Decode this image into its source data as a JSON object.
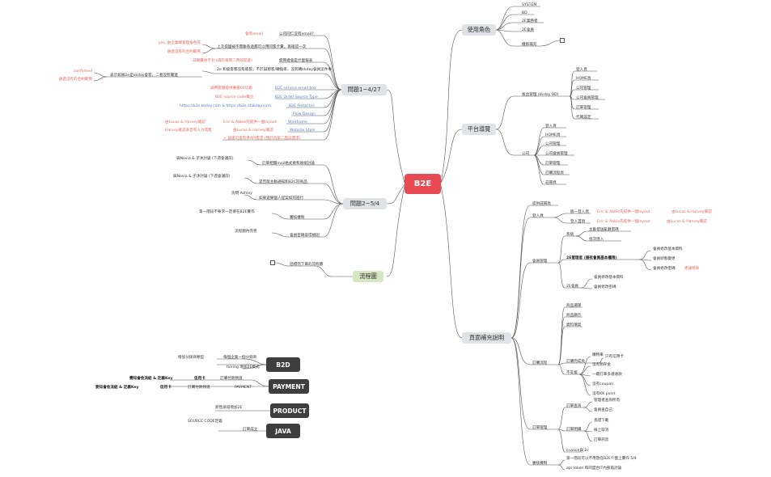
{
  "root": "B2E",
  "colors": {
    "root": "#e84a53",
    "main_box": "#dfe3e6",
    "green_box": "#d5e6c4",
    "dark_box": "#3e3e3e",
    "orange_text": "#e8695f",
    "blue_text": "#5b7fc7",
    "line": "#555555"
  },
  "roles": {
    "title": "使用角色",
    "items": [
      "SYSTEM",
      "BD",
      "2E業務者",
      "2E會員"
    ],
    "permission": "權限補充"
  },
  "platform": {
    "title": "平台導覽",
    "backend": {
      "label": "後台管理 (kkday BD)",
      "items": [
        "登入頁",
        "HOME頁",
        "公司管理",
        "公司會員管理",
        "訂單管理",
        "代碼設定"
      ]
    },
    "front": {
      "label": "公司",
      "items": [
        "登入頁",
        "HOME頁",
        "公司管理",
        "公司會員管理",
        "訂單管理",
        "訂購流程頁",
        "註冊頁"
      ]
    }
  },
  "pages": {
    "title": "頁面補充說明",
    "register": "提供註冊頁",
    "login": {
      "label": "登入頁",
      "unified": {
        "label": "統一登入頁",
        "orange": "Eric & Abbie先提供一個layout",
        "orange2": "由Lucas & Harvey確認"
      },
      "entry": {
        "label": "登入首頁",
        "orange": "Eric & Abbie先提供一個layout",
        "orange2": "由Lucas & Harvey確認"
      }
    },
    "member": {
      "label": "會員管理",
      "system": {
        "label": "系統",
        "items": [
          "主動發送亂數密碼",
          "批次匯入"
        ]
      },
      "b2e_admin": {
        "label": "2E管理者 (擁有會員基本權限)",
        "items": [
          "會員修改基本資料",
          "會員狀態變更",
          "會員修改密碼"
        ],
        "orange": "建議移除"
      },
      "b2e_member": {
        "label": "2E會員",
        "items": [
          "會員修改基本資料",
          "會員修改密碼"
        ]
      }
    },
    "order_flow": {
      "label": "訂購流程",
      "items": [
        "商品選擇",
        "商品顯示",
        "資料填寫",
        "訂購完成頁"
      ],
      "complete_sub": "只有信用卡",
      "unsupported": {
        "label": "不支援",
        "items": [
          "購物車",
          "沒有預存金",
          "一鍵訂單多選收款",
          "沒有coupon",
          "沒有KK point"
        ]
      }
    },
    "order_mgmt": {
      "label": "訂單管理",
      "search": {
        "label": "訂單查詢",
        "items": [
          "管理者查詢所有",
          "會員查自己"
        ]
      },
      "detail": {
        "label": "訂單明細",
        "items": [
          "憑證下載",
          "線上取消",
          "訂單訊息"
        ]
      },
      "invoice": "invoice與 2c"
    },
    "review": {
      "label": "審核機制",
      "items": [
        "第一階段可以不用放在B2E介面上實作 5/4",
        "api token 和同盟合IT內部再討論"
      ]
    }
  },
  "q1": {
    "title": "問題1~4/27",
    "items": [
      {
        "left": "會有email",
        "q": "公司同仁沒有email?"
      },
      {
        "q": "上次提國被不需聯系過都可以用同張卡費，再確認一次",
        "left": "yes, 由企業端管理角色等",
        "left2": "通過沒有的合約範例"
      },
      {
        "left": "日期費承不允 (再於每周二時段開會)",
        "q": "使用者會是什麼報表"
      },
      {
        "q": "2e 和會客都沒有賬張，不於誠懇客/轉換率，沒有轉kkday會員這件事"
      },
      {
        "q": "表示如果2e是kkday會客，二者沒有關連",
        "left": "confirmed",
        "left2": "通過沒有的合約範例"
      },
      {
        "orange": "調用客服提供專屬02信箱",
        "blue": "B2E service email box"
      },
      {
        "orange": "B2E source code獨立",
        "blue": "B2E Order Source Type"
      },
      {
        "blue_left": "https://b2e.kkday.com & https://b2e.stakday.com",
        "blue": "B2E Portal Url"
      },
      {
        "blue": "Flow Design"
      },
      {
        "orange_l": "由Lucas & Harvey確認",
        "orange": "Eric & Abbie先提供一個layout",
        "blue": "Wireframe"
      },
      {
        "orange_l": "Harvey確認表否有入力或無",
        "orange": "由Lucas & Harvey確認",
        "blue": "Website Style"
      },
      {
        "orange": "+ 速達可提有準API需求 (預計為第二階段需求)"
      }
    ]
  },
  "q2": {
    "title": "問題2~5/4",
    "items": [
      {
        "left": "與Novia & 子沐討論 (下週會議前)",
        "q": "訂單相關mail格式要和後端討論"
      },
      {
        "left": "與Novia & 子沐討論 (下週會議前)",
        "q": "是否能主動通知和B2C同商品"
      },
      {
        "left": "詢問 Ashley",
        "q": "如果遊樂個人提案如何進行"
      },
      {
        "left": "第一階段不要求一定要在B2E實作",
        "q": "審核機制"
      },
      {
        "left": "流程圖內完善",
        "q": "會員密碼取得規則"
      }
    ]
  },
  "flow": {
    "title": "流程圖",
    "item": "話標完下單的流程圖"
  },
  "b2d": {
    "title": "B2D",
    "items": [
      {
        "left": "增加分銷商類型",
        "right": "每個企業一個分銷商"
      },
      {
        "right": "tiering 增加2E模式"
      }
    ]
  },
  "payment": {
    "title": "PAYMENT",
    "items": [
      {
        "left": "需知會金流組 & 定義Key",
        "mid": "信用卡",
        "right": "訂購付款頻道"
      },
      {
        "left": "要知會金流組 & 定義Key",
        "mid": "信用卡",
        "right": "PAYMENT"
      }
    ],
    "extra": "訂購付款頻道"
  },
  "product": {
    "title": "PRODUCT",
    "left": "新售屏道增加2E"
  },
  "java": {
    "title": "JAVA",
    "left": "SOURCE CODE定義",
    "right": "訂單成立"
  }
}
